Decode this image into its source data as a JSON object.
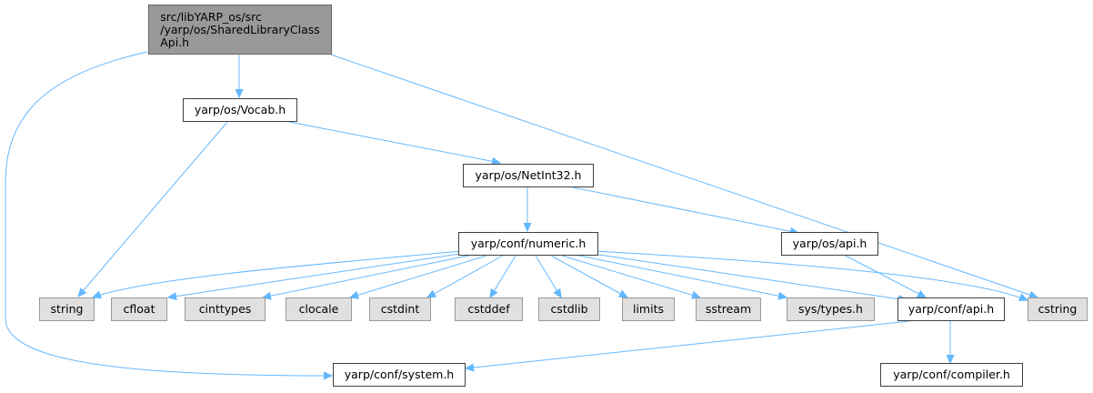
{
  "nodes": {
    "root": "src/libYARP_os/src\n/yarp/os/SharedLibraryClass\nApi.h",
    "vocab": "yarp/os/Vocab.h",
    "netint32": "yarp/os/NetInt32.h",
    "numeric": "yarp/conf/numeric.h",
    "os_api": "yarp/os/api.h",
    "string": "string",
    "cfloat": "cfloat",
    "cinttypes": "cinttypes",
    "clocale": "clocale",
    "cstdint": "cstdint",
    "cstddef": "cstddef",
    "cstdlib": "cstdlib",
    "limits": "limits",
    "sstream": "sstream",
    "sys_types": "sys/types.h",
    "conf_api": "yarp/conf/api.h",
    "cstring": "cstring",
    "system": "yarp/conf/system.h",
    "compiler": "yarp/conf/compiler.h"
  },
  "colors": {
    "edge": "#63b8ff",
    "root_fill": "#999999",
    "external_fill": "#e0e0e0",
    "internal_fill": "#ffffff"
  }
}
